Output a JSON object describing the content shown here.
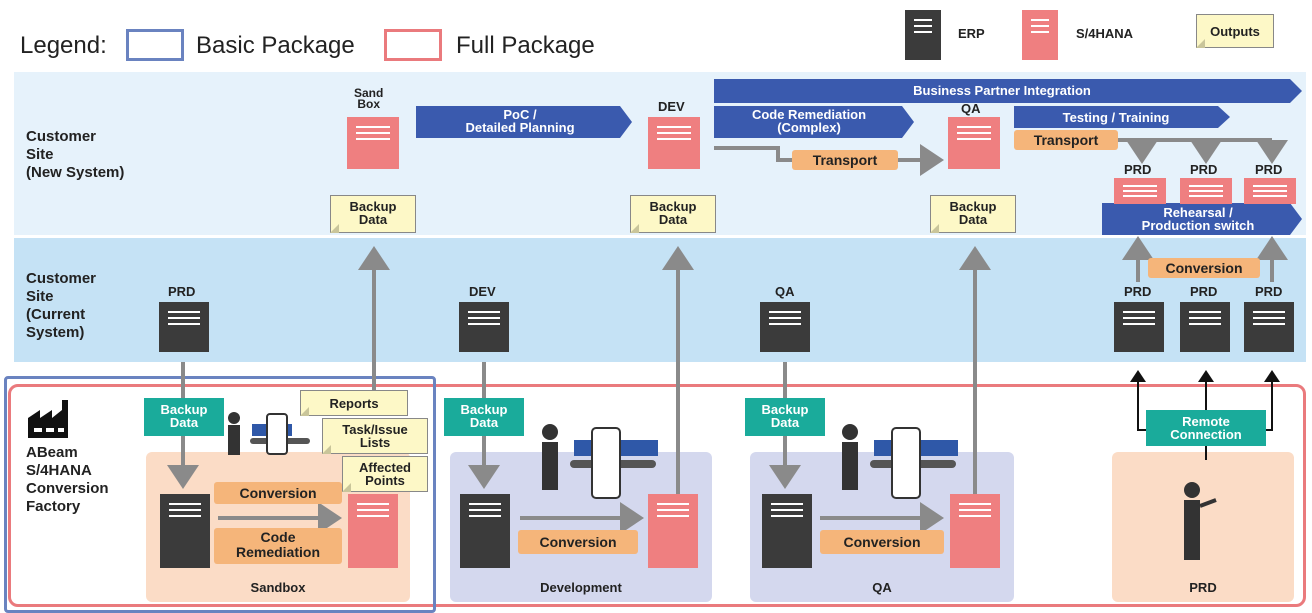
{
  "legend": {
    "label": "Legend:",
    "basic": "Basic Package",
    "full": "Full Package",
    "erp": "ERP",
    "s4": "S/4HANA",
    "outputs": "Outputs"
  },
  "rows": {
    "new_system": "Customer\nSite\n(New System)",
    "current_system": "Customer\nSite\n(Current\nSystem)",
    "factory": "ABeam\nS/4HANA\nConversion\nFactory"
  },
  "new_system": {
    "sandbox_label": "Sand\nBox",
    "dev_label": "DEV",
    "qa_label": "QA",
    "prd_labels": [
      "PRD",
      "PRD",
      "PRD"
    ],
    "poc_arrow": "PoC /\nDetailed Planning",
    "bp_integration": "Business Partner Integration",
    "code_remediation": "Code Remediation\n(Complex)",
    "testing_training": "Testing / Training",
    "transport_1": "Transport",
    "transport_2": "Transport",
    "rehearsal": "Rehearsal /\nProduction switch",
    "backup_data": [
      "Backup\nData",
      "Backup\nData",
      "Backup\nData"
    ]
  },
  "current_system": {
    "prd": "PRD",
    "dev": "DEV",
    "qa": "QA",
    "prd_labels": [
      "PRD",
      "PRD",
      "PRD"
    ],
    "conversion": "Conversion"
  },
  "factory": {
    "backup_data": [
      "Backup\nData",
      "Backup\nData",
      "Backup\nData"
    ],
    "outputs": [
      "Reports",
      "Task/Issue\nLists",
      "Affected\nPoints"
    ],
    "sandbox": {
      "conversion": "Conversion",
      "code_remediation": "Code\nRemediation",
      "name": "Sandbox"
    },
    "development": {
      "conversion": "Conversion",
      "name": "Development"
    },
    "qa": {
      "conversion": "Conversion",
      "name": "QA"
    },
    "prd": {
      "remote": "Remote\nConnection",
      "name": "PRD"
    }
  },
  "colors": {
    "basic_package": "#6a83c0",
    "full_package": "#ea7a7d",
    "erp": "#3b3b3b",
    "s4hana": "#ef7f80",
    "outputs": "#fdf8c7",
    "teal": "#1aab9b",
    "orange": "#f5b57a",
    "arrow_blue": "#3a5aae"
  }
}
